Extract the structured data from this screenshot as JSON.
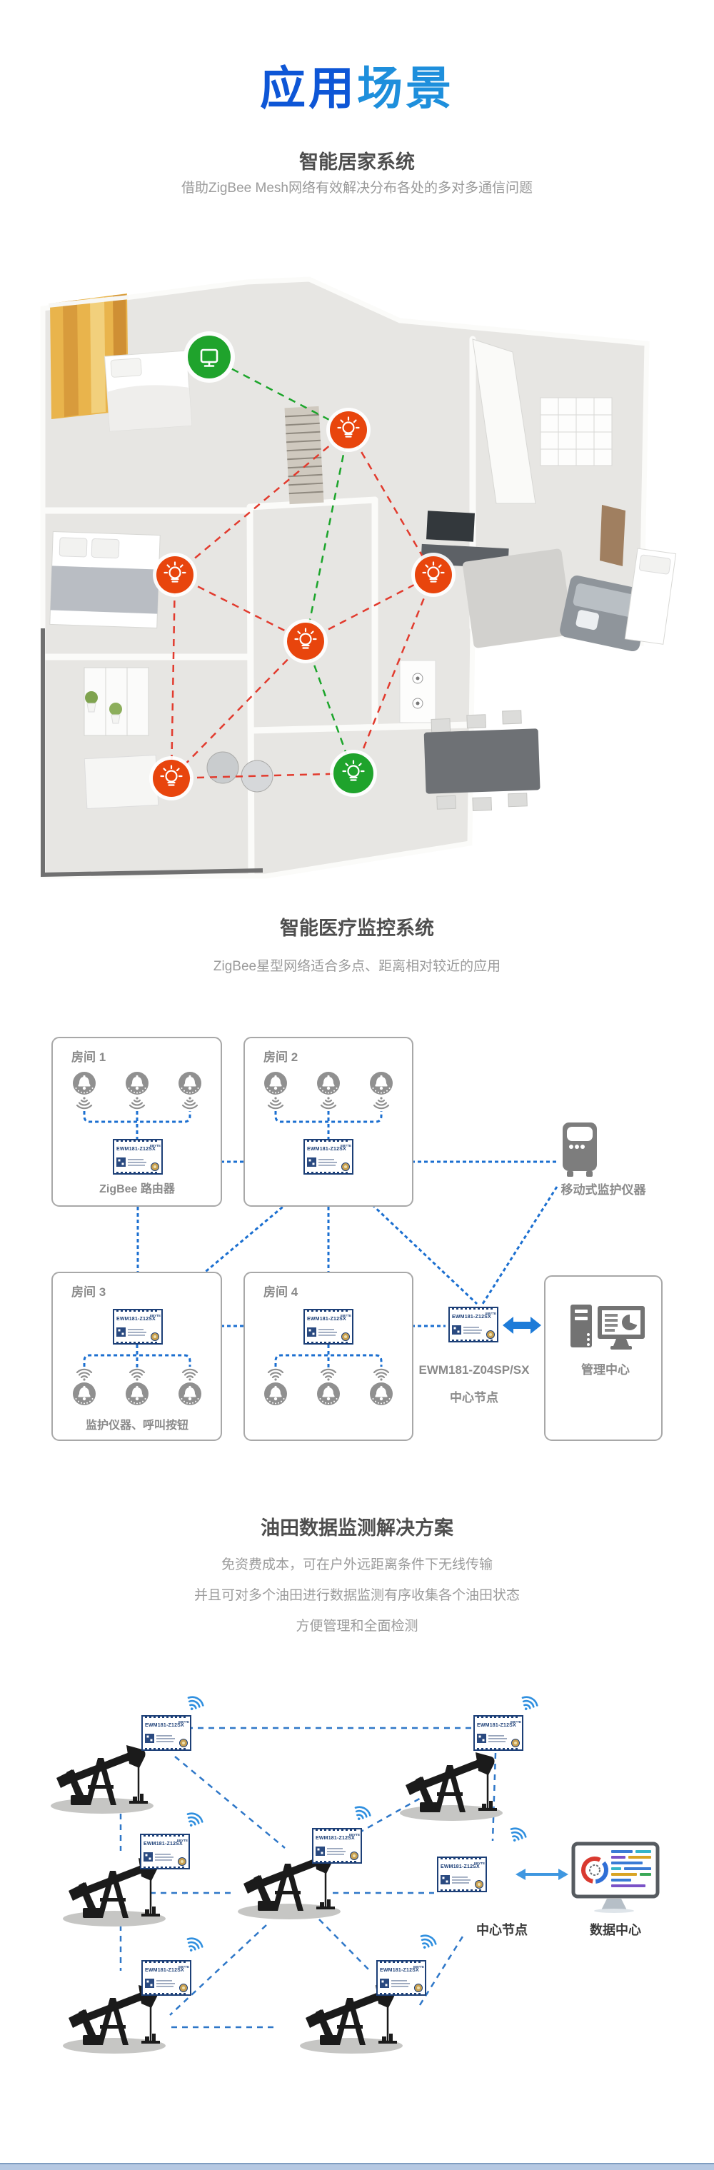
{
  "page": {
    "title": {
      "part1": "应用",
      "part2": "场景"
    },
    "accent_dark": "#0e56d6",
    "accent_light": "#1e8fdc"
  },
  "shared": {
    "module_label": "EWM181-Z12SX",
    "module_brand": "EBYTE",
    "link_blue": "#1b6fd0"
  },
  "home": {
    "title": "智能居家系统",
    "description": "借助ZigBee Mesh网络有效解决分布各处的多对多通信问题",
    "colors": {
      "router_node": "#e8450d",
      "coordinator_node": "#1fa32c",
      "mesh_link_red": "#e23b2e",
      "mesh_link_green": "#1ca52b"
    },
    "nodes": [
      {
        "id": "display-coordinator",
        "icon": "monitor-icon",
        "color": "green"
      },
      {
        "id": "router-top",
        "icon": "bulb-icon",
        "color": "red"
      },
      {
        "id": "router-left",
        "icon": "bulb-icon",
        "color": "red"
      },
      {
        "id": "router-right",
        "icon": "bulb-icon",
        "color": "red"
      },
      {
        "id": "router-center",
        "icon": "bulb-icon",
        "color": "red"
      },
      {
        "id": "router-bottom-left",
        "icon": "bulb-icon",
        "color": "red"
      },
      {
        "id": "end-device-bulb",
        "icon": "bulb-icon",
        "color": "green"
      }
    ]
  },
  "medical": {
    "title": "智能医疗监控系统",
    "description": "ZigBee星型网络适合多点、距离相对较近的应用",
    "rooms": [
      {
        "label": "房间 1",
        "caption": "ZigBee 路由器"
      },
      {
        "label": "房间 2",
        "caption": ""
      },
      {
        "label": "房间 3",
        "caption": "监护仪器、呼叫按钮"
      },
      {
        "label": "房间 4",
        "caption": ""
      }
    ],
    "mobile_device_label": "移动式监护仪器",
    "center_node_model": "EWM181-Z04SP/SX",
    "center_node_label": "中心节点",
    "management_label": "管理中心"
  },
  "oilfield": {
    "title": "油田数据监测解决方案",
    "description_lines": [
      "免资费成本，可在户外远距离条件下无线传输",
      "并且可对多个油田进行数据监测有序收集各个油田状态",
      "方便管理和全面检测"
    ],
    "center_node_label": "中心节点",
    "data_center_label": "数据中心"
  },
  "footer": {
    "bar_color": "#b5c8e2"
  }
}
